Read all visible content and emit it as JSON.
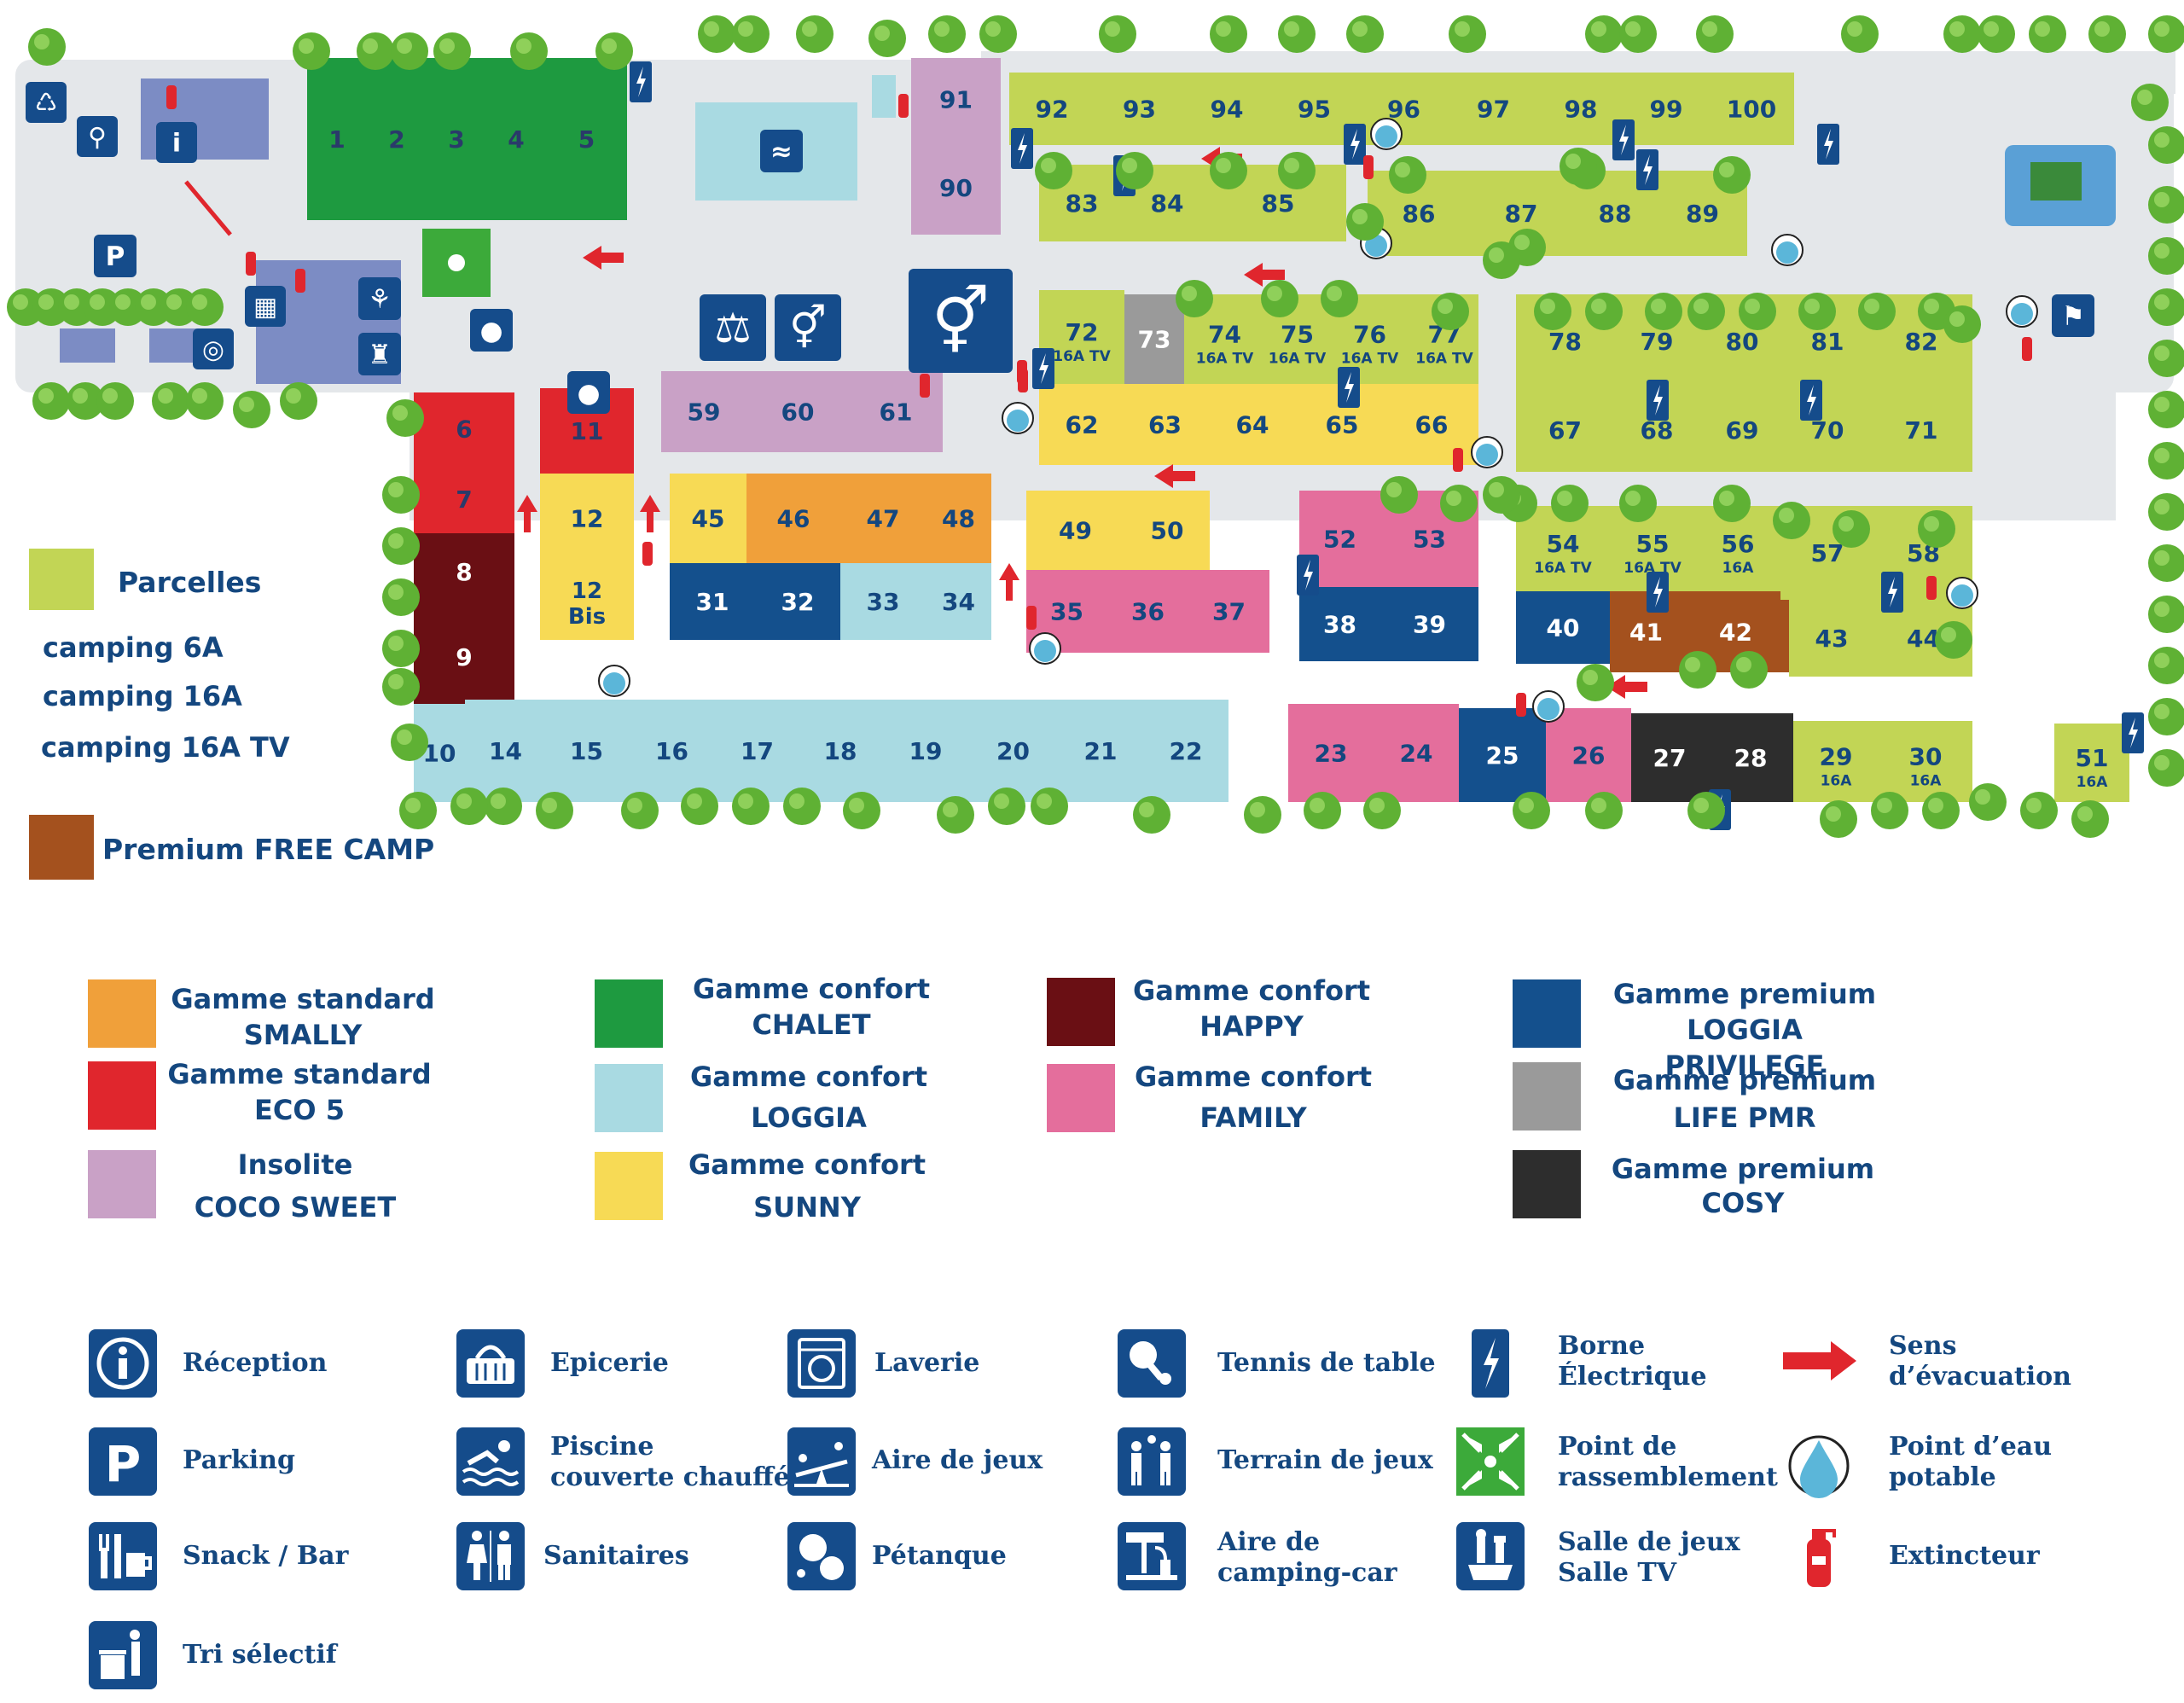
{
  "colors": {
    "parcelles": "#c2d555",
    "standard_smally": "#f0a03a",
    "standard_eco5": "#e0262d",
    "insolite": "#c9a1c6",
    "confort_chalet": "#1e9a40",
    "confort_loggia": "#a9dae2",
    "confort_sunny": "#f7da55",
    "confort_happy": "#6a0f14",
    "confort_family": "#e46e9c",
    "premium_loggia": "#14508d",
    "premium_life": "#9a9a9a",
    "premium_cosy": "#2d2d2d",
    "premium_free_camp": "#a4511e",
    "road": "#e4e7ea",
    "icon_blue": "#154c8b",
    "tree": "#5fb134"
  },
  "map": {
    "lots": [
      {
        "n": "1",
        "z": "confort_chalet"
      },
      {
        "n": "2",
        "z": "confort_chalet"
      },
      {
        "n": "3",
        "z": "confort_chalet"
      },
      {
        "n": "4",
        "z": "confort_chalet"
      },
      {
        "n": "5",
        "z": "confort_chalet"
      },
      {
        "n": "6",
        "z": "standard_eco5"
      },
      {
        "n": "7",
        "z": "standard_eco5"
      },
      {
        "n": "8",
        "z": "confort_happy"
      },
      {
        "n": "9",
        "z": "confort_happy"
      },
      {
        "n": "10",
        "z": "confort_loggia"
      },
      {
        "n": "11",
        "z": "standard_eco5"
      },
      {
        "n": "12",
        "z": "confort_sunny"
      },
      {
        "n": "12 Bis",
        "z": "confort_sunny"
      },
      {
        "n": "14",
        "z": "confort_loggia"
      },
      {
        "n": "15",
        "z": "confort_loggia"
      },
      {
        "n": "16",
        "z": "confort_loggia"
      },
      {
        "n": "17",
        "z": "confort_loggia"
      },
      {
        "n": "18",
        "z": "confort_loggia"
      },
      {
        "n": "19",
        "z": "confort_loggia"
      },
      {
        "n": "20",
        "z": "confort_loggia"
      },
      {
        "n": "21",
        "z": "confort_loggia"
      },
      {
        "n": "22",
        "z": "confort_loggia"
      },
      {
        "n": "23",
        "z": "confort_family"
      },
      {
        "n": "24",
        "z": "confort_family"
      },
      {
        "n": "25",
        "z": "premium_loggia"
      },
      {
        "n": "26",
        "z": "confort_family"
      },
      {
        "n": "27",
        "z": "premium_cosy"
      },
      {
        "n": "28",
        "z": "premium_cosy"
      },
      {
        "n": "29",
        "z": "parcelles",
        "sub": "16A"
      },
      {
        "n": "30",
        "z": "parcelles",
        "sub": "16A"
      },
      {
        "n": "31",
        "z": "premium_loggia"
      },
      {
        "n": "32",
        "z": "premium_loggia"
      },
      {
        "n": "33",
        "z": "confort_loggia"
      },
      {
        "n": "34",
        "z": "confort_loggia"
      },
      {
        "n": "35",
        "z": "confort_family"
      },
      {
        "n": "36",
        "z": "confort_family"
      },
      {
        "n": "37",
        "z": "confort_family"
      },
      {
        "n": "38",
        "z": "premium_loggia"
      },
      {
        "n": "39",
        "z": "premium_loggia"
      },
      {
        "n": "40",
        "z": "premium_loggia"
      },
      {
        "n": "41",
        "z": "premium_free_camp"
      },
      {
        "n": "42",
        "z": "premium_free_camp"
      },
      {
        "n": "43",
        "z": "parcelles"
      },
      {
        "n": "44",
        "z": "parcelles"
      },
      {
        "n": "45",
        "z": "confort_sunny"
      },
      {
        "n": "46",
        "z": "standard_smally"
      },
      {
        "n": "47",
        "z": "standard_smally"
      },
      {
        "n": "48",
        "z": "standard_smally"
      },
      {
        "n": "49",
        "z": "confort_sunny"
      },
      {
        "n": "50",
        "z": "confort_sunny"
      },
      {
        "n": "51",
        "z": "parcelles",
        "sub": "16A"
      },
      {
        "n": "52",
        "z": "confort_family"
      },
      {
        "n": "53",
        "z": "confort_family"
      },
      {
        "n": "54",
        "z": "parcelles",
        "sub": "16A TV"
      },
      {
        "n": "55",
        "z": "parcelles",
        "sub": "16A TV"
      },
      {
        "n": "56",
        "z": "parcelles",
        "sub": "16A"
      },
      {
        "n": "57",
        "z": "parcelles"
      },
      {
        "n": "58",
        "z": "parcelles"
      },
      {
        "n": "59",
        "z": "insolite"
      },
      {
        "n": "60",
        "z": "insolite"
      },
      {
        "n": "61",
        "z": "insolite"
      },
      {
        "n": "62",
        "z": "confort_sunny"
      },
      {
        "n": "63",
        "z": "confort_sunny"
      },
      {
        "n": "64",
        "z": "confort_sunny"
      },
      {
        "n": "65",
        "z": "confort_sunny"
      },
      {
        "n": "66",
        "z": "confort_sunny"
      },
      {
        "n": "67",
        "z": "parcelles"
      },
      {
        "n": "68",
        "z": "parcelles"
      },
      {
        "n": "69",
        "z": "parcelles"
      },
      {
        "n": "70",
        "z": "parcelles"
      },
      {
        "n": "71",
        "z": "parcelles"
      },
      {
        "n": "72",
        "z": "parcelles",
        "sub": "16A TV"
      },
      {
        "n": "73",
        "z": "premium_life"
      },
      {
        "n": "74",
        "z": "parcelles",
        "sub": "16A TV"
      },
      {
        "n": "75",
        "z": "parcelles",
        "sub": "16A TV"
      },
      {
        "n": "76",
        "z": "parcelles",
        "sub": "16A TV"
      },
      {
        "n": "77",
        "z": "parcelles",
        "sub": "16A TV"
      },
      {
        "n": "78",
        "z": "parcelles"
      },
      {
        "n": "79",
        "z": "parcelles"
      },
      {
        "n": "80",
        "z": "parcelles"
      },
      {
        "n": "81",
        "z": "parcelles"
      },
      {
        "n": "82",
        "z": "parcelles"
      },
      {
        "n": "83",
        "z": "parcelles"
      },
      {
        "n": "84",
        "z": "parcelles"
      },
      {
        "n": "85",
        "z": "parcelles"
      },
      {
        "n": "86",
        "z": "parcelles"
      },
      {
        "n": "87",
        "z": "parcelles"
      },
      {
        "n": "88",
        "z": "parcelles"
      },
      {
        "n": "89",
        "z": "parcelles"
      },
      {
        "n": "90",
        "z": "insolite"
      },
      {
        "n": "91",
        "z": "insolite"
      },
      {
        "n": "92",
        "z": "parcelles"
      },
      {
        "n": "93",
        "z": "parcelles"
      },
      {
        "n": "94",
        "z": "parcelles"
      },
      {
        "n": "95",
        "z": "parcelles"
      },
      {
        "n": "96",
        "z": "parcelles"
      },
      {
        "n": "97",
        "z": "parcelles"
      },
      {
        "n": "98",
        "z": "parcelles"
      },
      {
        "n": "99",
        "z": "parcelles"
      },
      {
        "n": "100",
        "z": "parcelles"
      }
    ]
  },
  "side_legend": {
    "parcelles": "Parcelles",
    "camping_6a": "camping 6A",
    "camping_16a": "camping 16A",
    "camping_16a_tv": "camping 16A TV",
    "premium_free_camp": "Premium FREE CAMP"
  },
  "zone_legend": {
    "standard_smally": [
      "Gamme standard",
      "SMALLY"
    ],
    "standard_eco5": [
      "Gamme standard",
      "ECO 5"
    ],
    "insolite": [
      "Insolite",
      "COCO SWEET"
    ],
    "confort_chalet": [
      "Gamme confort",
      "CHALET"
    ],
    "confort_loggia": [
      "Gamme confort",
      "LOGGIA"
    ],
    "confort_sunny": [
      "Gamme confort",
      "SUNNY"
    ],
    "confort_happy": [
      "Gamme confort",
      "HAPPY"
    ],
    "confort_family": [
      "Gamme confort",
      "FAMILY"
    ],
    "premium_loggia": [
      "Gamme premium",
      "LOGGIA PRIVILEGE"
    ],
    "premium_life": [
      "Gamme premium",
      "LIFE  PMR"
    ],
    "premium_cosy": [
      "Gamme premium",
      "COSY"
    ]
  },
  "icon_legend": {
    "reception": "Réception",
    "parking": "Parking",
    "snack_bar": "Snack / Bar",
    "tri_selectif": "Tri sélectif",
    "epicerie": "Epicerie",
    "piscine_1": "Piscine",
    "piscine_2": "couverte chauffée",
    "sanitaires": "Sanitaires",
    "laverie": "Laverie",
    "aire_de_jeux": "Aire de jeux",
    "petanque": "Pétanque",
    "tennis_de_table": "Tennis de table",
    "terrain_de_jeux": "Terrain de jeux",
    "camping_car_1": "Aire de",
    "camping_car_2": "camping-car",
    "borne_1": "Borne",
    "borne_2": "Électrique",
    "rassemblement_1": "Point de",
    "rassemblement_2": "rassemblement",
    "salle_jeux_1": "Salle de jeux",
    "salle_jeux_2": "Salle TV",
    "evacuation_1": "Sens",
    "evacuation_2": "d’évacuation",
    "eau_1": "Point d’eau",
    "eau_2": "potable",
    "extincteur": "Extincteur"
  }
}
